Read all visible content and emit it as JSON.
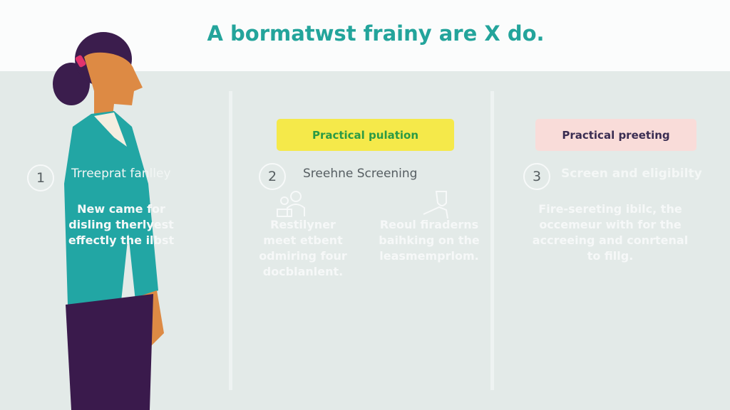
{
  "title": "A bormatwst frainy are X do.",
  "colors": {
    "accent": "#23a49b",
    "yellow_tag": "#f5e94a",
    "pink_tag": "#f9dcd9"
  },
  "columns": [
    {
      "number": "1",
      "heading": "Trreeprat fanlley",
      "body": "New came for disling therlyest effectly the ilbst"
    },
    {
      "tag": "Practical pulation",
      "number": "2",
      "heading": "Sreehne Screening",
      "icons": [
        "family-icon",
        "person-icon"
      ],
      "body_left": "Restilyner meet etbent odmiring four docblanlent.",
      "body_right": "Reoul firaderns baihking on the leasmemprlom."
    },
    {
      "tag": "Practical preeting",
      "number": "3",
      "heading": "Screen and eligibilty",
      "body": "Fire-sereting ibilc, the occemeur with for the accreeing and conrtenal to fillg."
    }
  ]
}
